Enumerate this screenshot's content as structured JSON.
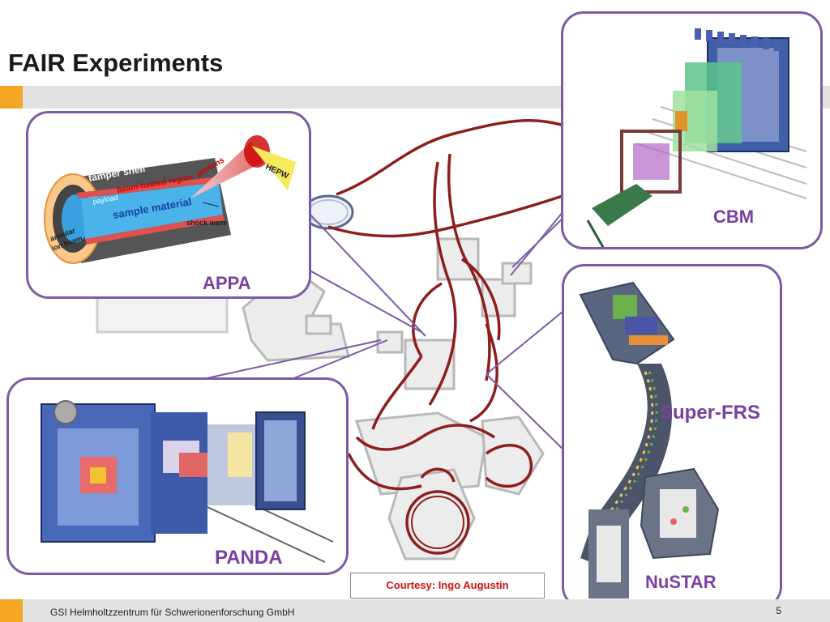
{
  "slide": {
    "title": "FAIR Experiments",
    "courtesy": "Courtesy: Ingo Augustin",
    "footer": "GSI Helmholtzzentrum für Schwerionenforschung GmbH",
    "page_number": "5"
  },
  "experiments": {
    "appa": "APPA",
    "cbm": "CBM",
    "panda": "PANDA",
    "super_frs": "Super-FRS",
    "nustar": "NuSTAR"
  },
  "appa_diagram": {
    "tamper_shell": "tamper shell",
    "beam_heated_region": "beam-heated region",
    "payload": "payload",
    "sample_material": "sample material",
    "protons": "protons",
    "hepw": "HEPW",
    "shock_wave": "shock wave",
    "annular_ion_beam_1": "annular",
    "annular_ion_beam_2": "ion beam"
  },
  "colors": {
    "accent_orange": "#f3a623",
    "bubble_border": "#7b5ba6",
    "label_purple": "#7b3fa0",
    "courtesy_red": "#d01010",
    "beamline_red": "#8e1e1e"
  }
}
